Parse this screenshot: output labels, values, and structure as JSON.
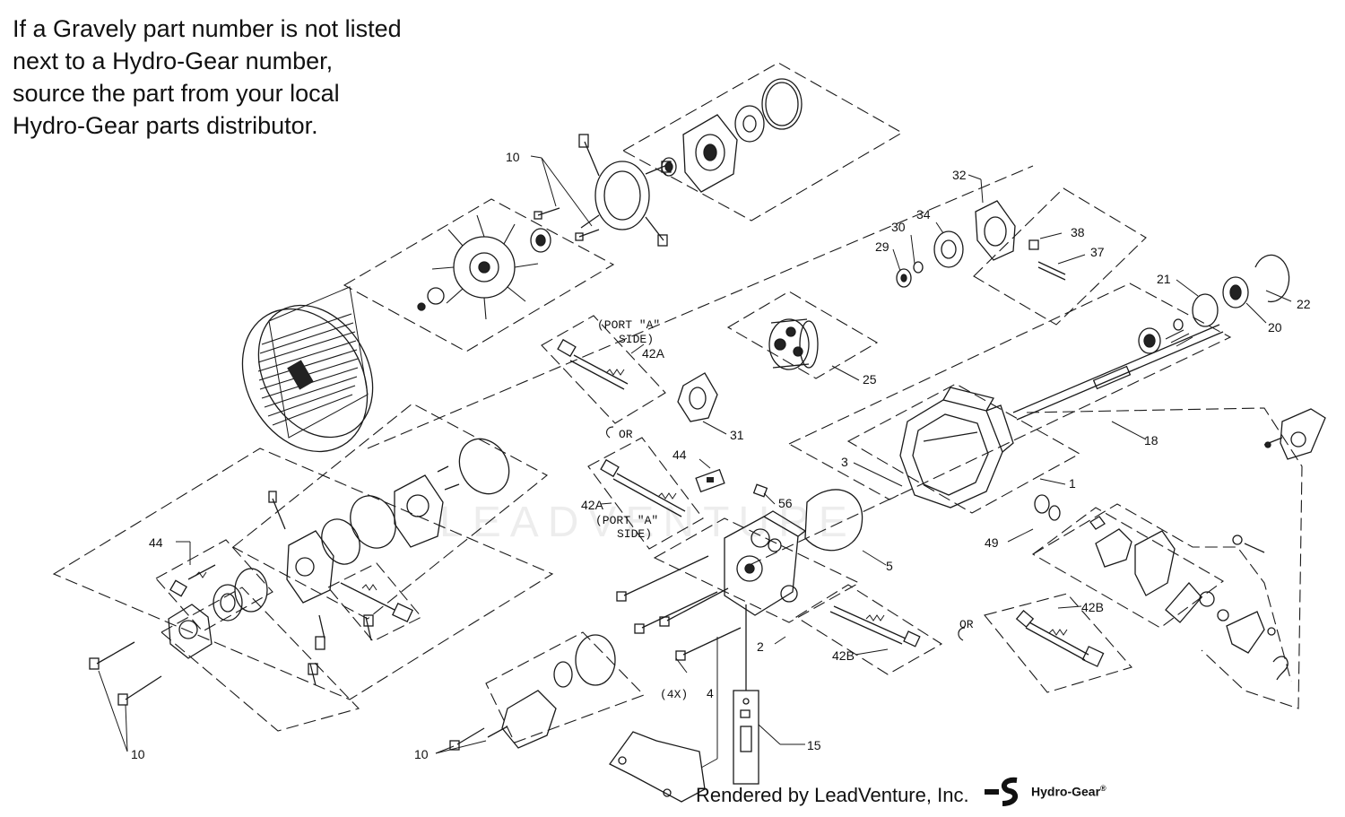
{
  "note": {
    "lines": [
      "If a Gravely part number is not listed",
      "next to a Hydro-Gear number,",
      "source the part from your local",
      "Hydro-Gear parts distributor."
    ]
  },
  "callouts": {
    "c10a": "10",
    "c10b": "10",
    "c10c": "10",
    "c32": "32",
    "c30": "30",
    "c34": "34",
    "c29": "29",
    "c38": "38",
    "c37": "37",
    "c21": "21",
    "c22": "22",
    "c20": "20",
    "c25": "25",
    "c31": "31",
    "c42A_top": "42A",
    "c42A_mid": "42A",
    "c44_mid": "44",
    "c44_left": "44",
    "c56": "56",
    "c18": "18",
    "c3": "3",
    "c1": "1",
    "c49": "49",
    "c5": "5",
    "c42B_right": "42B",
    "c42B_mid": "42B",
    "c2": "2",
    "c4": "4",
    "c4x": "(4X)",
    "c15": "15",
    "or_mid": "OR",
    "or_right": "OR"
  },
  "port_a_top": {
    "line1": "(PORT \"A\"",
    "line2": "SIDE)"
  },
  "port_a_mid": {
    "line1": "(PORT \"A\"",
    "line2": "SIDE)"
  },
  "credit": "Rendered by LeadVenture, Inc.",
  "brand": {
    "name": "Hydro-Gear",
    "mark": "®"
  },
  "watermark": "LEADVENTURE"
}
